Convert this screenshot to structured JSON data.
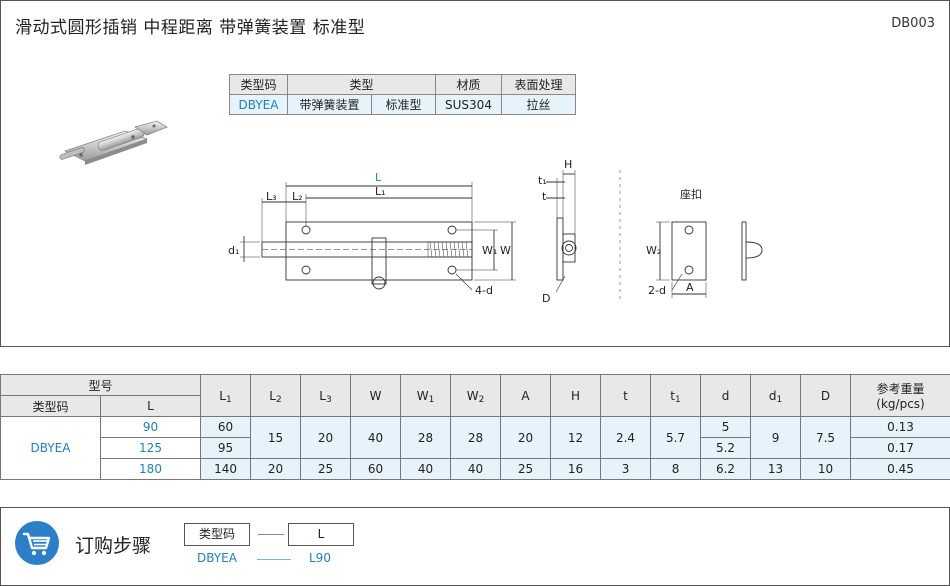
{
  "header": {
    "title": "滑动式圆形插销  中程距离  带弹簧装置  标准型",
    "code": "DB003"
  },
  "spec": {
    "headers": [
      "类型码",
      "类型",
      "材质",
      "表面处理"
    ],
    "values": [
      "DBYEA",
      "带弹簧装置",
      "标准型",
      "SUS304",
      "拉丝"
    ]
  },
  "drawing": {
    "labels": {
      "L": "L",
      "L1": "L₁",
      "L2": "L₂",
      "L3": "L₃",
      "d1": "d₁",
      "W": "W",
      "W1": "W₁",
      "W2": "W₂",
      "four_d": "4-d",
      "two_d": "2-d",
      "A": "A",
      "H": "H",
      "t": "t",
      "t1": "t₁",
      "D": "D",
      "seat": "座扣"
    }
  },
  "table": {
    "model_header": "型号",
    "type_code_header": "类型码",
    "l_header": "L",
    "weight_header_1": "参考重量",
    "weight_header_2": "(kg/pcs)",
    "columns": [
      {
        "main": "L",
        "sub": "1"
      },
      {
        "main": "L",
        "sub": "2"
      },
      {
        "main": "L",
        "sub": "3"
      },
      {
        "main": "W",
        "sub": ""
      },
      {
        "main": "W",
        "sub": "1"
      },
      {
        "main": "W",
        "sub": "2"
      },
      {
        "main": "A",
        "sub": ""
      },
      {
        "main": "H",
        "sub": ""
      },
      {
        "main": "t",
        "sub": ""
      },
      {
        "main": "t",
        "sub": "1"
      },
      {
        "main": "d",
        "sub": ""
      },
      {
        "main": "d",
        "sub": "1"
      },
      {
        "main": "D",
        "sub": ""
      }
    ],
    "type_code": "DBYEA",
    "rows": [
      {
        "L": "90",
        "L1": "60",
        "weight": "0.13",
        "d": "5"
      },
      {
        "L": "125",
        "L1": "95",
        "weight": "0.17",
        "d": "5.2"
      },
      {
        "L": "180",
        "L1": "140",
        "weight": "0.45",
        "d": "6.2",
        "L2": "20",
        "L3": "25",
        "W": "60",
        "W1": "40",
        "W2": "40",
        "A": "25",
        "H": "16",
        "t": "3",
        "t1": "8",
        "d1": "13",
        "D": "10"
      }
    ],
    "shared_top": {
      "L2": "15",
      "L3": "20",
      "W": "40",
      "W1": "28",
      "W2": "28",
      "A": "20",
      "H": "12",
      "t": "2.4",
      "t1": "5.7",
      "d1": "9",
      "D": "7.5"
    }
  },
  "order": {
    "title": "订购步骤",
    "box1": "类型码",
    "box2": "L",
    "example1": "DBYEA",
    "example2": "L90"
  },
  "colors": {
    "accent": "#1f7fc4",
    "header_bg": "#e8e8e8",
    "row_bg": "#e6f3fb",
    "cart_bg": "#2b7ec8"
  }
}
